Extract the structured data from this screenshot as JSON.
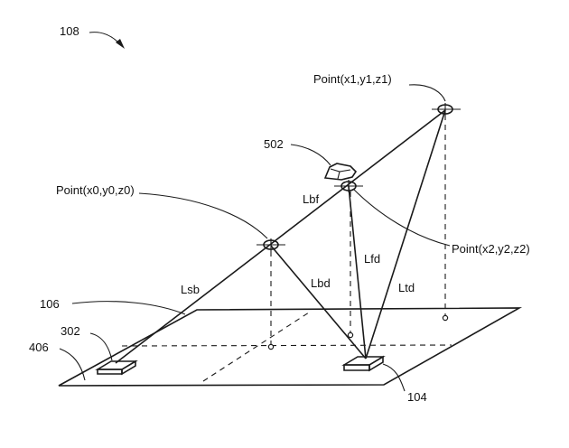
{
  "labels": {
    "ref_108": "108",
    "ref_502": "502",
    "ref_106": "106",
    "ref_302": "302",
    "ref_406": "406",
    "ref_104": "104",
    "point_x1": "Point(x1,y1,z1)",
    "point_x0": "Point(x0,y0,z0)",
    "point_x2": "Point(x2,y2,z2)",
    "lbf": "Lbf",
    "lsb": "Lsb",
    "lbd": "Lbd",
    "lfd": "Lfd",
    "ltd": "Ltd"
  },
  "colors": {
    "ink": "#1a1a1a",
    "background": "#ffffff"
  }
}
